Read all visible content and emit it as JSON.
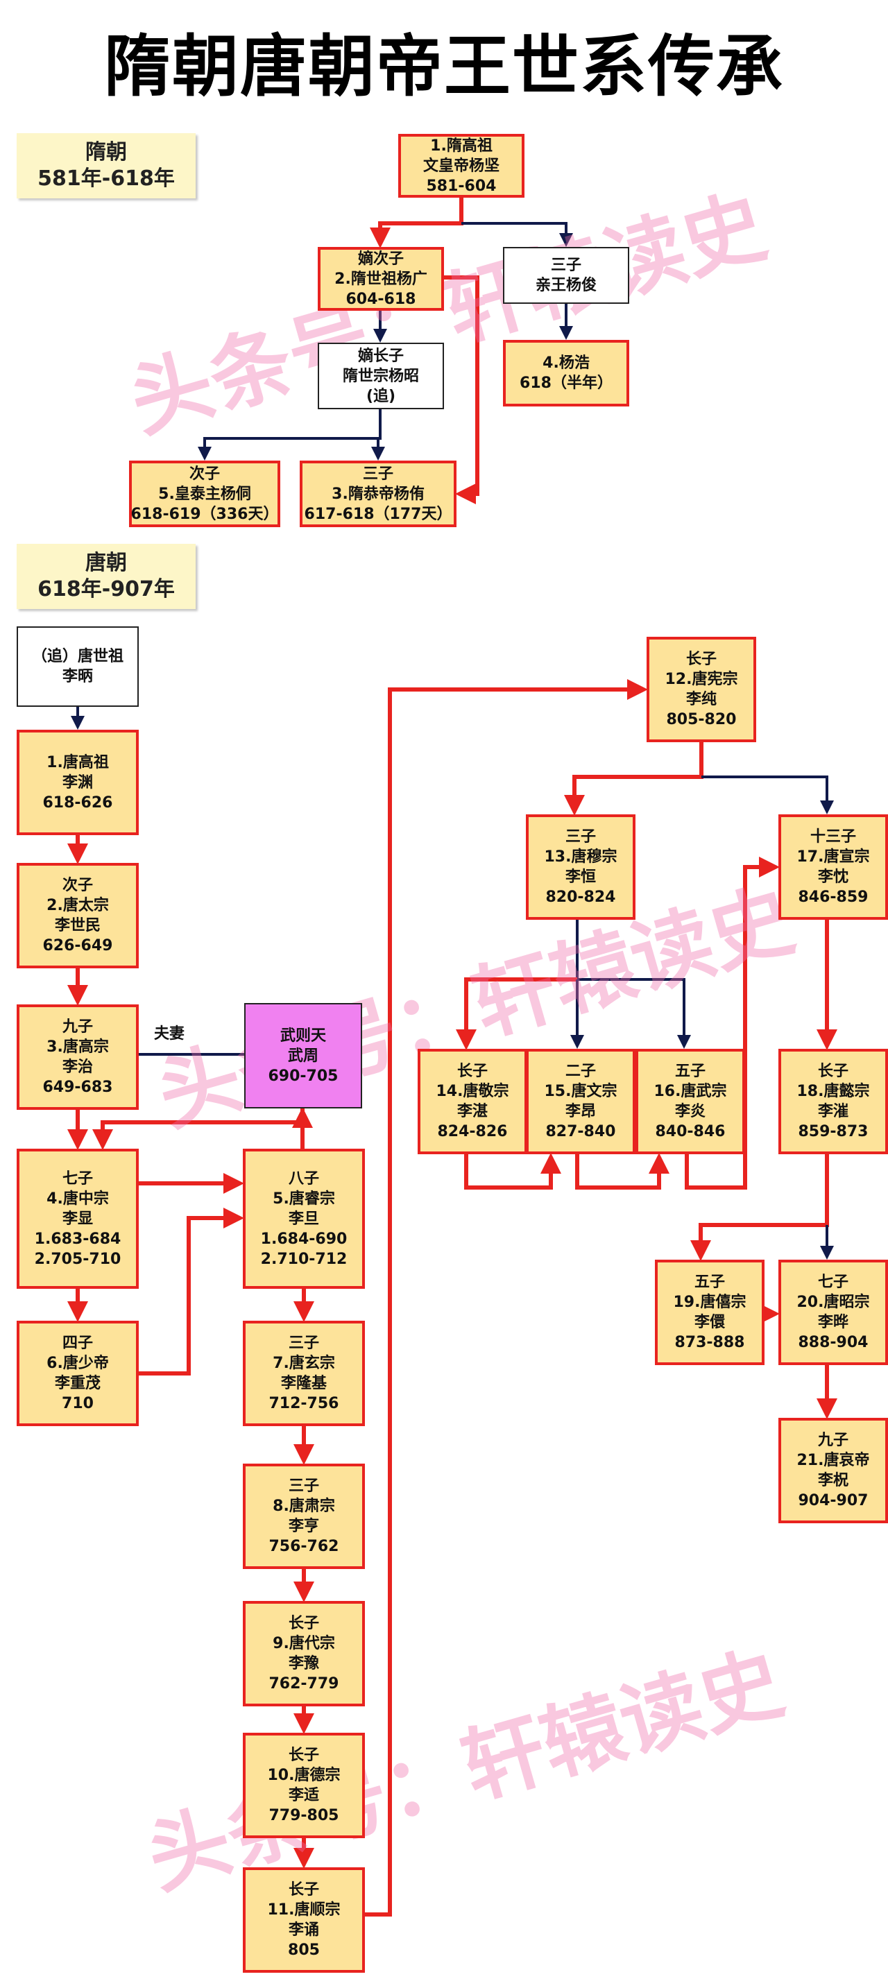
{
  "title": "隋朝唐朝帝王世系传承",
  "watermark": "头条号：轩辕读史",
  "colors": {
    "node_fill": "#fde39a",
    "node_border": "#e8231f",
    "red_line": "#e8231f",
    "navy_line": "#101a4a",
    "wu_fill": "#f081f0"
  },
  "sui": {
    "era": [
      "隋朝",
      "581年-618年"
    ],
    "nodes": {
      "s1": [
        "1.隋高祖",
        "文皇帝杨坚",
        "581-604"
      ],
      "s2": [
        "嫡次子",
        "2.隋世祖杨广",
        "604-618"
      ],
      "s3": [
        "三子",
        "亲王杨俊"
      ],
      "s4": [
        "4.杨浩",
        "618（半年）"
      ],
      "s5": [
        "嫡长子",
        "隋世宗杨昭",
        "(追)"
      ],
      "s6": [
        "次子",
        "5.皇泰主杨侗",
        "618-619（336天）"
      ],
      "s7": [
        "三子",
        "3.隋恭帝杨侑",
        "617-618（177天）"
      ]
    }
  },
  "tang": {
    "era": [
      "唐朝",
      "618年-907年"
    ],
    "spouse_label": "夫妻",
    "nodes": {
      "t0": [
        "（追）唐世祖",
        "李昞"
      ],
      "t1": [
        "1.唐高祖",
        "李渊",
        "618-626"
      ],
      "t2": [
        "次子",
        "2.唐太宗",
        "李世民",
        "626-649"
      ],
      "t3": [
        "九子",
        "3.唐高宗",
        "李治",
        "649-683"
      ],
      "wu": [
        "武则天",
        "武周",
        "690-705"
      ],
      "t4": [
        "七子",
        "4.唐中宗",
        "李显",
        "1.683-684",
        "2.705-710"
      ],
      "t5": [
        "八子",
        "5.唐睿宗",
        "李旦",
        "1.684-690",
        "2.710-712"
      ],
      "t6": [
        "四子",
        "6.唐少帝",
        "李重茂",
        "710"
      ],
      "t7": [
        "三子",
        "7.唐玄宗",
        "李隆基",
        "712-756"
      ],
      "t8": [
        "三子",
        "8.唐肃宗",
        "李亨",
        "756-762"
      ],
      "t9": [
        "长子",
        "9.唐代宗",
        "李豫",
        "762-779"
      ],
      "t10": [
        "长子",
        "10.唐德宗",
        "李适",
        "779-805"
      ],
      "t11": [
        "长子",
        "11.唐顺宗",
        "李诵",
        "805"
      ],
      "t12": [
        "长子",
        "12.唐宪宗",
        "李纯",
        "805-820"
      ],
      "t13": [
        "三子",
        "13.唐穆宗",
        "李恒",
        "820-824"
      ],
      "t17": [
        "十三子",
        "17.唐宣宗",
        "李忱",
        "846-859"
      ],
      "t14": [
        "长子",
        "14.唐敬宗",
        "李湛",
        "824-826"
      ],
      "t15": [
        "二子",
        "15.唐文宗",
        "李昂",
        "827-840"
      ],
      "t16": [
        "五子",
        "16.唐武宗",
        "李炎",
        "840-846"
      ],
      "t18": [
        "长子",
        "18.唐懿宗",
        "李漼",
        "859-873"
      ],
      "t19": [
        "五子",
        "19.唐僖宗",
        "李儇",
        "873-888"
      ],
      "t20": [
        "七子",
        "20.唐昭宗",
        "李晔",
        "888-904"
      ],
      "t21": [
        "九子",
        "21.唐哀帝",
        "李柷",
        "904-907"
      ]
    }
  }
}
